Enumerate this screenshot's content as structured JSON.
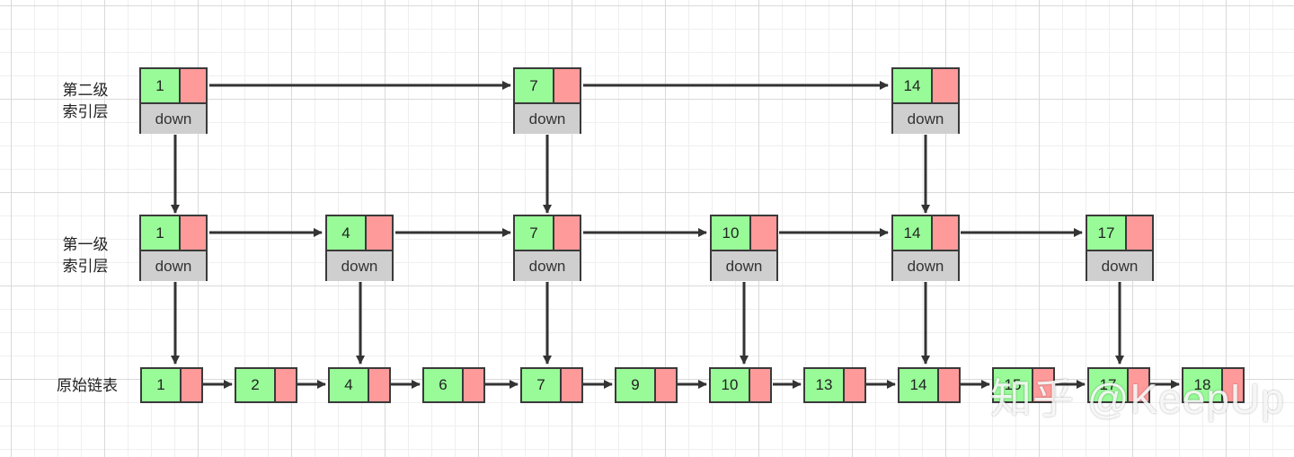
{
  "labels": {
    "level2": [
      "第二级",
      "索引层"
    ],
    "level1": [
      "第一级",
      "索引层"
    ],
    "base": "原始链表"
  },
  "down_label": "down",
  "level2_nodes": [
    "1",
    "7",
    "14"
  ],
  "level1_nodes": [
    "1",
    "4",
    "7",
    "10",
    "14",
    "17"
  ],
  "base_nodes": [
    "1",
    "2",
    "4",
    "6",
    "7",
    "9",
    "10",
    "13",
    "14",
    "15",
    "17",
    "18"
  ],
  "watermark": "知乎 @KeepUp",
  "colors": {
    "key_fill": "#98fb98",
    "pointer_fill": "#ff9a9a",
    "down_fill": "#cfcfcf",
    "border": "#3a3a3a",
    "arrow": "#333333"
  }
}
